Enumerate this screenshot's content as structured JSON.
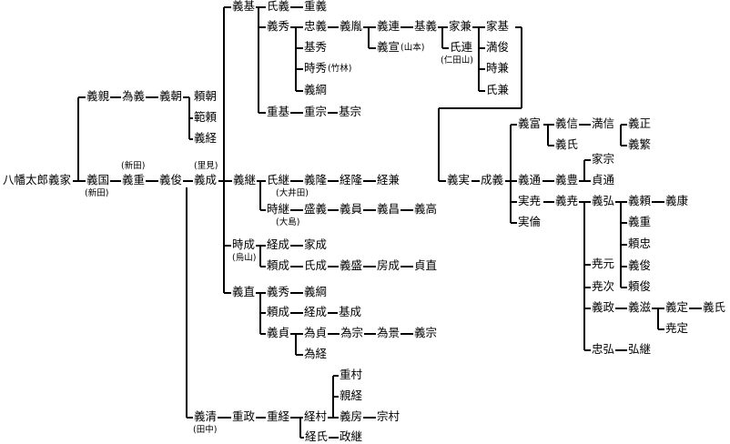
{
  "colors": {
    "line": "#000000",
    "text": "#000000",
    "background": "#ffffff"
  },
  "names": {
    "hachimantaro": "八幡太郎義家",
    "yoshichika": "義親",
    "tameyoshi": "為義",
    "yoshitomo": "義朝",
    "yoritomo": "頼朝",
    "noriyori": "範頼",
    "yoshitsune": "義経",
    "yoshikuni": "義国",
    "yoshishige": "義重",
    "yoshitoshi": "義俊",
    "yoshinari": "義成",
    "yoshimoto_top": "義基",
    "ujiyoshi": "氏義",
    "shigeyoshi": "重義",
    "yoshihide": "義秀",
    "tadayoshi": "忠義",
    "yoshikage": "義胤",
    "yoshitsura": "義連",
    "motoyoshi": "基義",
    "iekane": "家兼",
    "iemoto": "家基",
    "yoshinobu_yamamoto": "義宣",
    "ujitsura": "氏連",
    "mitsutoshi": "満俊",
    "tokikane": "時兼",
    "ujikane": "氏兼",
    "motohide": "基秀",
    "tokihide": "時秀",
    "yoshitsuna": "義綱",
    "shigemoto": "重基",
    "shigemune": "重宗",
    "motomune": "基宗",
    "yoshitsugu": "義継",
    "ujitsugu": "氏継",
    "yoshitaka_ujitsugu": "義隆",
    "tsunetaka": "経隆",
    "tsunekane": "経兼",
    "tokitsugu": "時継",
    "moriyoshi": "盛義",
    "yoshikazu": "義員",
    "yoshimasa_tokitsugu": "義昌",
    "yoshitaka_end": "義高",
    "tokinari": "時成",
    "tsunenari_tokinari": "経成",
    "ienari": "家成",
    "yorinari": "頼成",
    "ujinari": "氏成",
    "yoshimori": "義盛",
    "fusanari": "房成",
    "sadanao": "貞直",
    "yoshinao": "義直",
    "yoshihide2": "義秀",
    "yoshitsuna2": "義綱",
    "yorinari2": "頼成",
    "tsunenari2": "経成",
    "motonari": "基成",
    "yoshisada": "義貞",
    "tamesada": "為貞",
    "tamemune": "為宗",
    "tamekage": "為景",
    "yoshimune": "義宗",
    "tametsune": "為経",
    "yoshikiyo": "義清",
    "shigemasa": "重政",
    "shigetsune": "重経",
    "tsunemura": "経村",
    "shigemura": "重村",
    "chikatsune": "親経",
    "yoshifusa": "義房",
    "munemura": "宗村",
    "tsuneuji": "経氏",
    "masatsugu": "政継",
    "yoshizane": "義実",
    "nariyoshi": "成義",
    "yoshitomi": "義富",
    "yoshinobu": "義信",
    "mitsunobu": "満信",
    "yoshimasa_end": "義正",
    "yoshishige2": "義繁",
    "yoshiuji": "義氏",
    "yoshimichi": "義通",
    "yoshitoyo": "義豊",
    "iemune": "家宗",
    "sadamichi": "貞通",
    "sanetaka": "実尭",
    "yoshitaka_san": "義尭",
    "sanenori": "実倫",
    "yoshihiro": "義弘",
    "yoshiyori": "義頼",
    "yoshiyasu": "義康",
    "yoshishige3": "義重",
    "yoritada": "頼忠",
    "yoshitoshi2": "義俊",
    "yoritoshi": "頼俊",
    "takamoto": "尭元",
    "takatsugu": "尭次",
    "yoshimasa2": "義政",
    "yoshishige4": "義滋",
    "yoshisada2": "義定",
    "yoshiuji2": "義氏",
    "takasada": "尭定",
    "tadahiro": "忠弘",
    "hirotsugu": "弘継"
  },
  "annotations": {
    "nitta_above": "(新田)",
    "nitta_below": "(新田)",
    "satomi": "(里見)",
    "yamamoto": "(山本)",
    "nitayama": "(仁田山)",
    "chikurin": "(竹林)",
    "ooi": "(大井田)",
    "ooshima": "(大島)",
    "torishan": "(烏山)",
    "tanaka": "(田中)"
  }
}
